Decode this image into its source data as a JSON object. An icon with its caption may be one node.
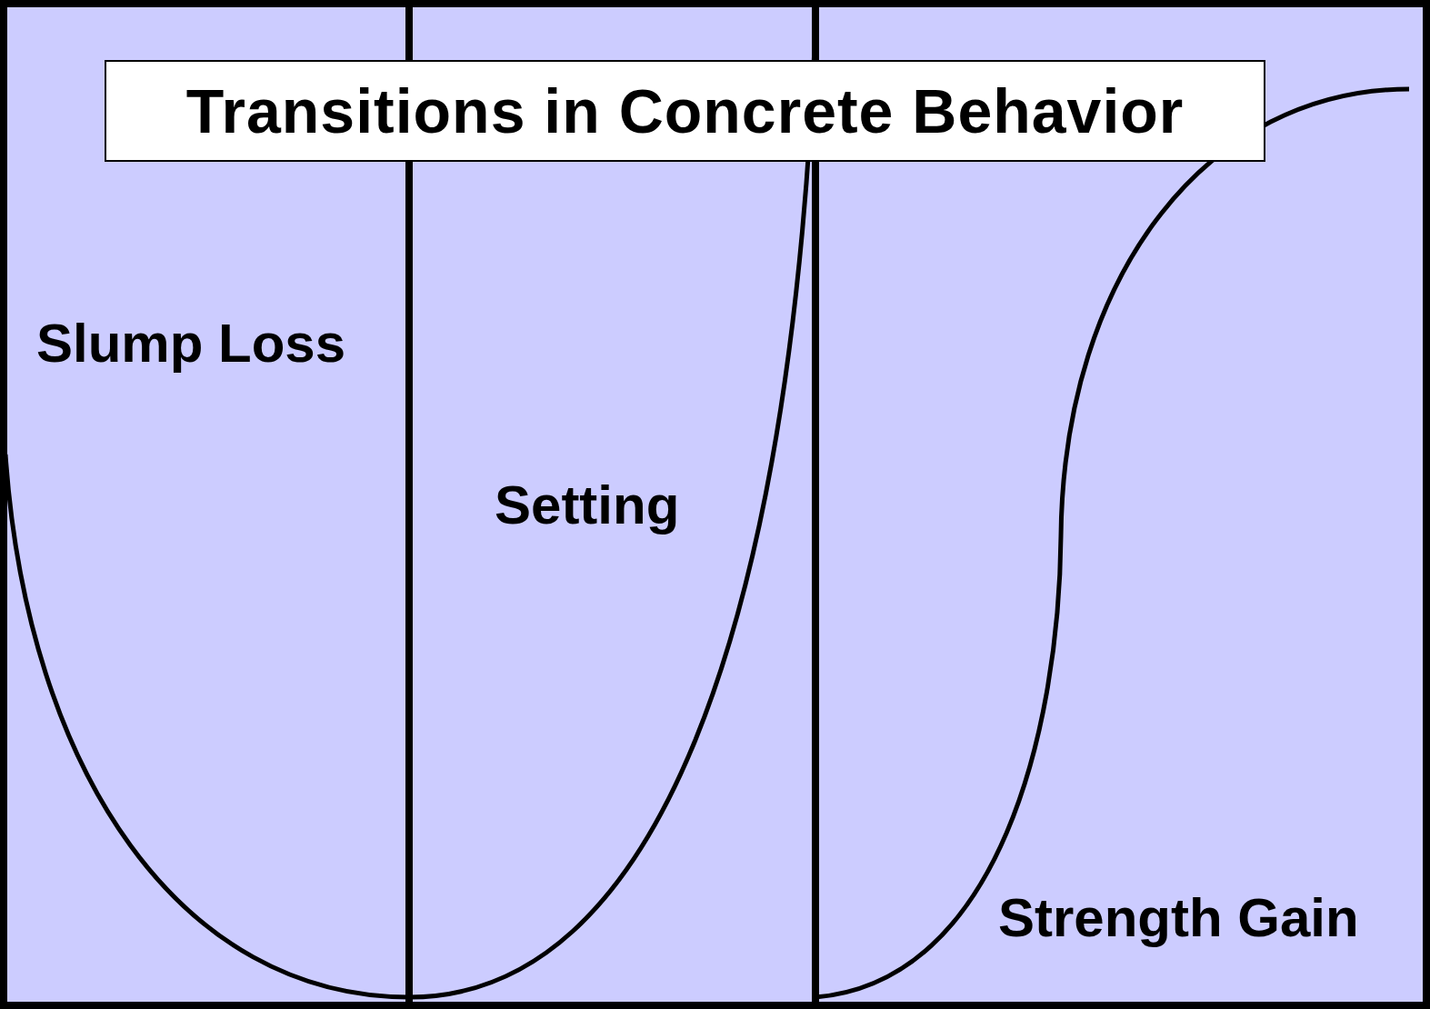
{
  "diagram": {
    "title": "Transitions in Concrete Behavior",
    "nodes": [
      {
        "text": [
          "Slump Loss"
        ]
      },
      {
        "text": [
          "Setting"
        ]
      },
      {
        "text": [
          "Strength Gain"
        ]
      }
    ]
  }
}
